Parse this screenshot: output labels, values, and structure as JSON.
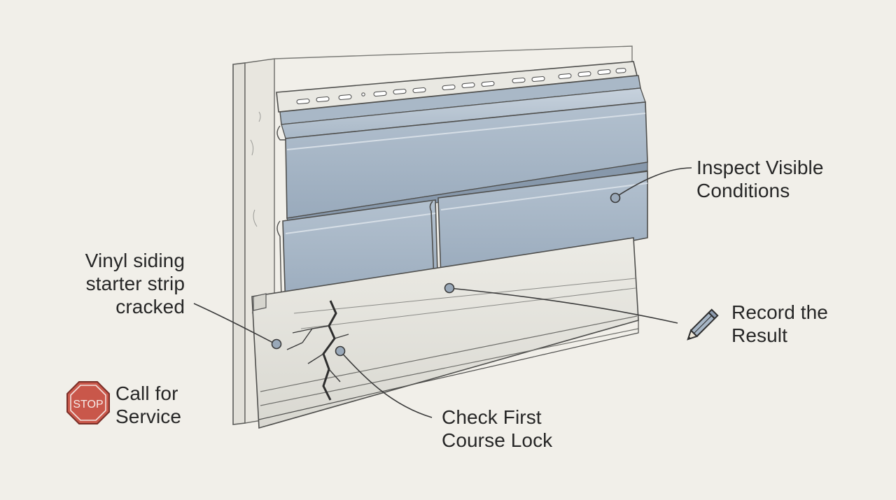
{
  "callouts": {
    "cracked": [
      "Vinyl siding",
      "starter strip",
      "cracked"
    ],
    "inspect": [
      "Inspect Visible",
      "Conditions"
    ],
    "record": [
      "Record the",
      "Result"
    ],
    "check": [
      "Check First",
      "Course Lock"
    ],
    "service": [
      "Call for",
      "Service"
    ]
  },
  "stop_sign_text": "STOP",
  "icons": {
    "stop": "stop-sign-icon",
    "record": "pencil-icon"
  },
  "colors": {
    "background": "#f1efe9",
    "siding_panel": "#a7b6c6",
    "starter_strip": "#e4e3dd",
    "stop_sign": "#c9574a",
    "marker_dot": "#9aa9b9"
  }
}
